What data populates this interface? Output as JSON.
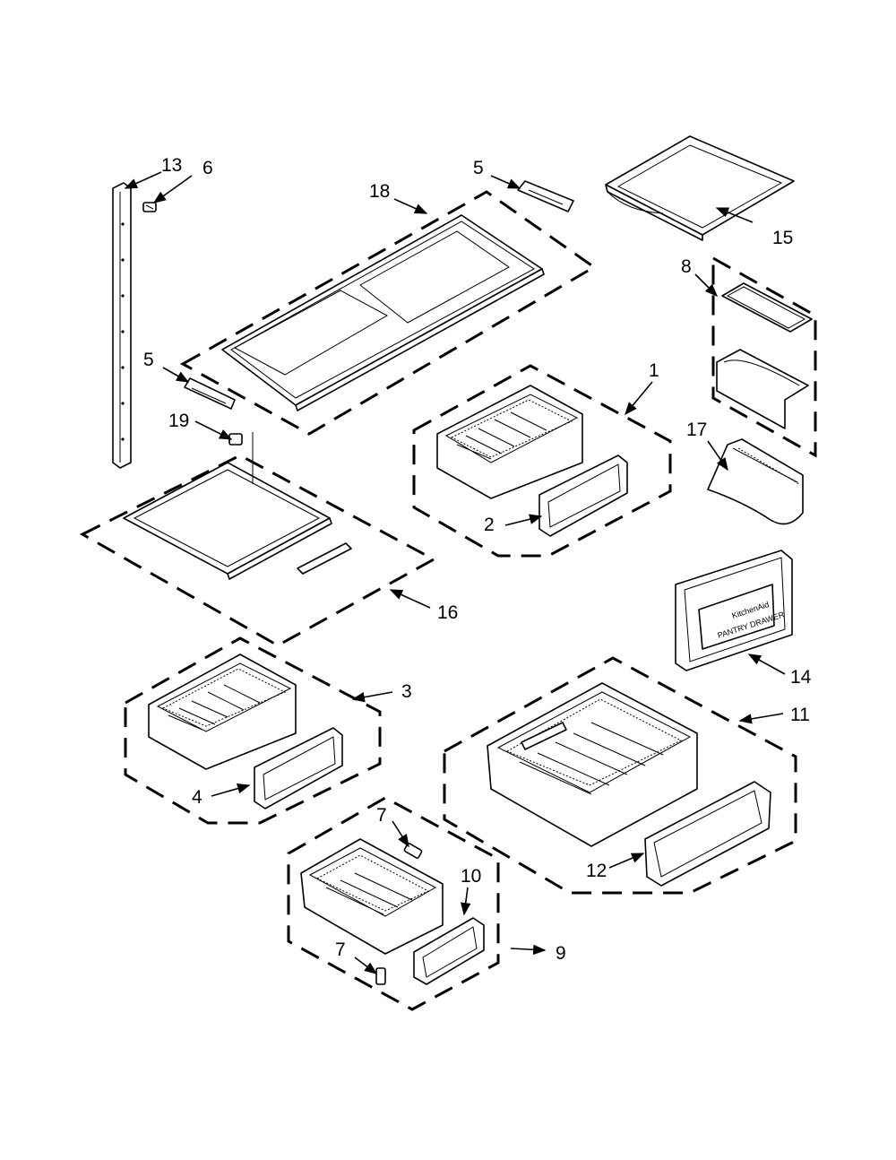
{
  "callouts": {
    "c1": "1",
    "c2": "2",
    "c3": "3",
    "c4": "4",
    "c5a": "5",
    "c5b": "5",
    "c6": "6",
    "c7a": "7",
    "c7b": "7",
    "c8": "8",
    "c9": "9",
    "c10": "10",
    "c11": "11",
    "c12": "12",
    "c13": "13",
    "c14": "14",
    "c15": "15",
    "c16": "16",
    "c17": "17",
    "c18": "18",
    "c19": "19"
  },
  "panel_text": {
    "brand": "KitchenAid",
    "model": "PANTRY DRAWER"
  }
}
